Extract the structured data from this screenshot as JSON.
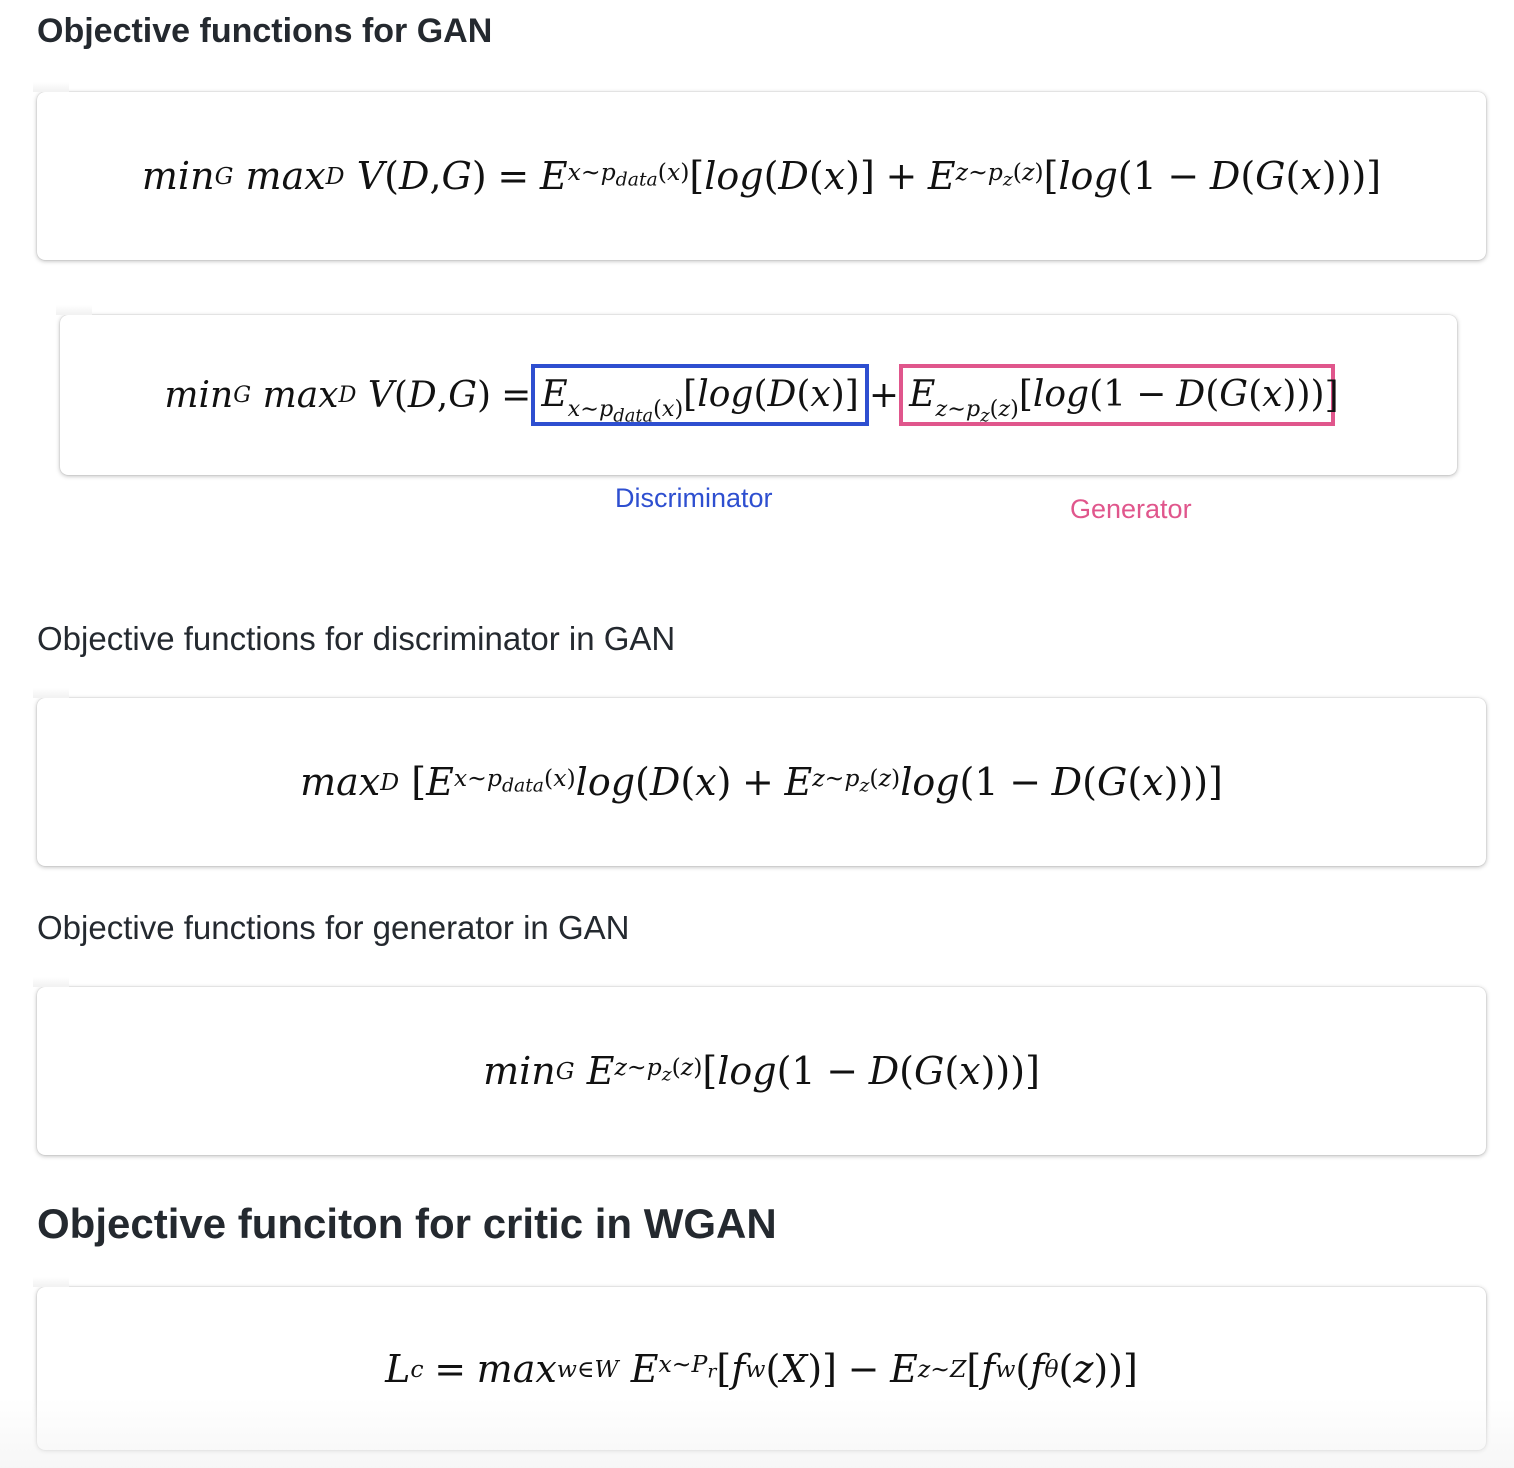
{
  "headings": {
    "gan": "Objective functions for GAN",
    "discriminator": "Objective functions for discriminator in GAN",
    "generator": "Objective functions for generator in GAN",
    "wgan": "Objective funciton for critic in WGAN"
  },
  "annotations": {
    "discriminator": "Discriminator",
    "generator": "Generator",
    "discriminator_color": "#2e4fd0",
    "generator_color": "#e0568c"
  }
}
